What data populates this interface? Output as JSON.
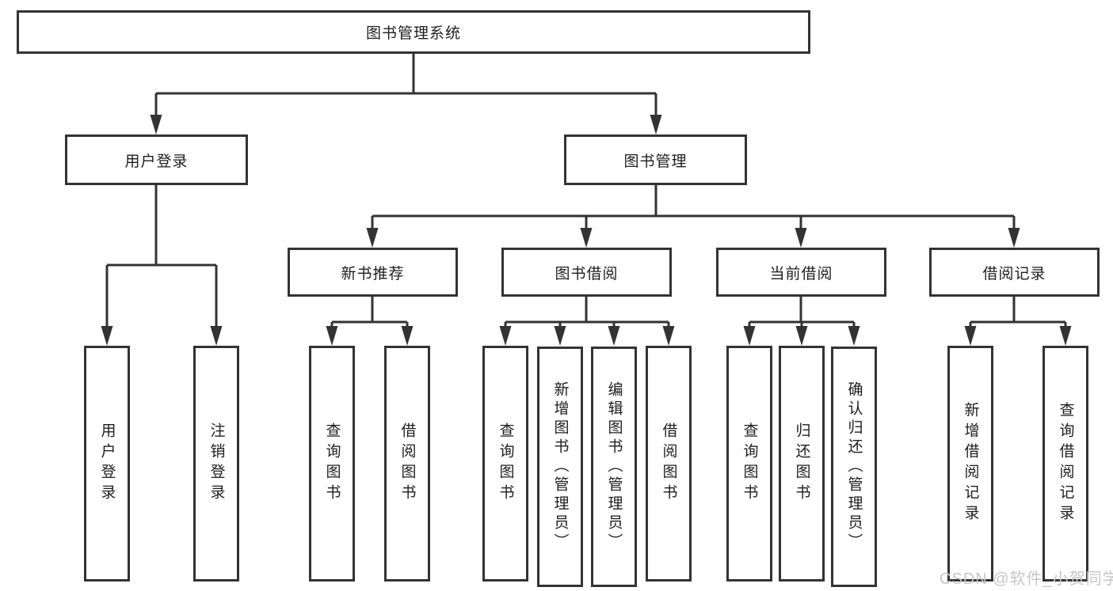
{
  "tree": {
    "label": "图书管理系统",
    "children": [
      {
        "label": "用户登录",
        "children": [
          {
            "label": "用户登录"
          },
          {
            "label": "注销登录"
          }
        ]
      },
      {
        "label": "图书管理",
        "children": [
          {
            "label": "新书推荐",
            "children": [
              {
                "label": "查询图书"
              },
              {
                "label": "借阅图书"
              }
            ]
          },
          {
            "label": "图书借阅",
            "children": [
              {
                "label": "查询图书"
              },
              {
                "label": "新增图书（管理员）"
              },
              {
                "label": "编辑图书（管理员）"
              },
              {
                "label": "借阅图书"
              }
            ]
          },
          {
            "label": "当前借阅",
            "children": [
              {
                "label": "查询图书"
              },
              {
                "label": "归还图书"
              },
              {
                "label": "确认归还（管理员）"
              }
            ]
          },
          {
            "label": "借阅记录",
            "children": [
              {
                "label": "新增借阅记录"
              },
              {
                "label": "查询借阅记录"
              }
            ]
          }
        ]
      }
    ]
  },
  "watermark": {
    "text": "CSDN @软件_小贺同学"
  },
  "colors": {
    "line": "#333333",
    "text": "#1e1e1e",
    "background": "#ffffff",
    "watermark": "#c6c6c6"
  }
}
